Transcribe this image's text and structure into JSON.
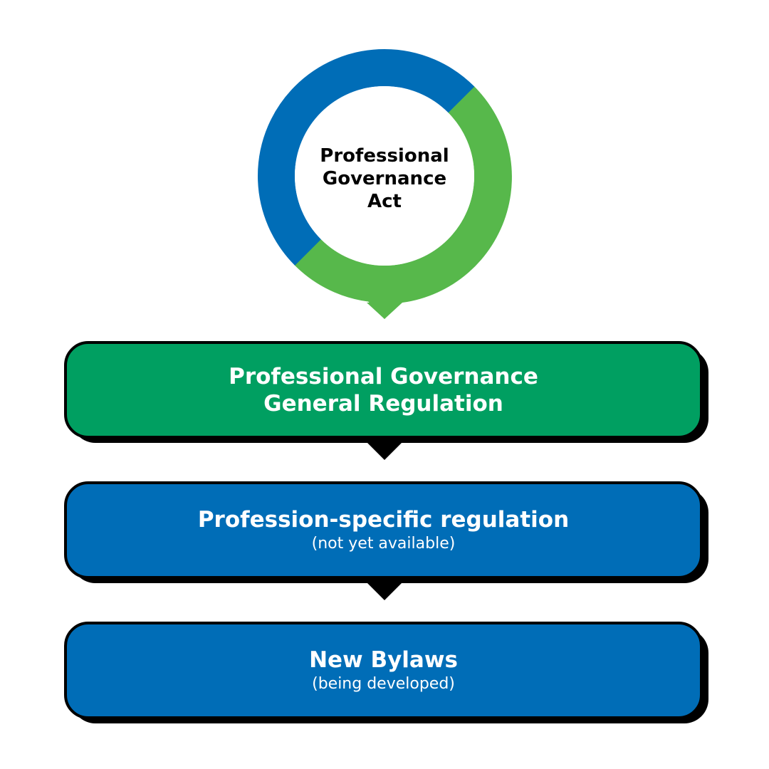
{
  "act": {
    "lines": [
      "Professional",
      "Governance",
      "Act"
    ]
  },
  "boxes": [
    {
      "title_lines": [
        "Professional Governance",
        "General Regulation"
      ],
      "subtitle": null
    },
    {
      "title_lines": [
        "Profession-specific regulation"
      ],
      "subtitle": "(not yet available)"
    },
    {
      "title_lines": [
        "New Bylaws"
      ],
      "subtitle": "(being developed)"
    }
  ],
  "colors": {
    "blue": "#006DB7",
    "light_green": "#57B84B",
    "green": "#009F61",
    "black": "#000000"
  }
}
